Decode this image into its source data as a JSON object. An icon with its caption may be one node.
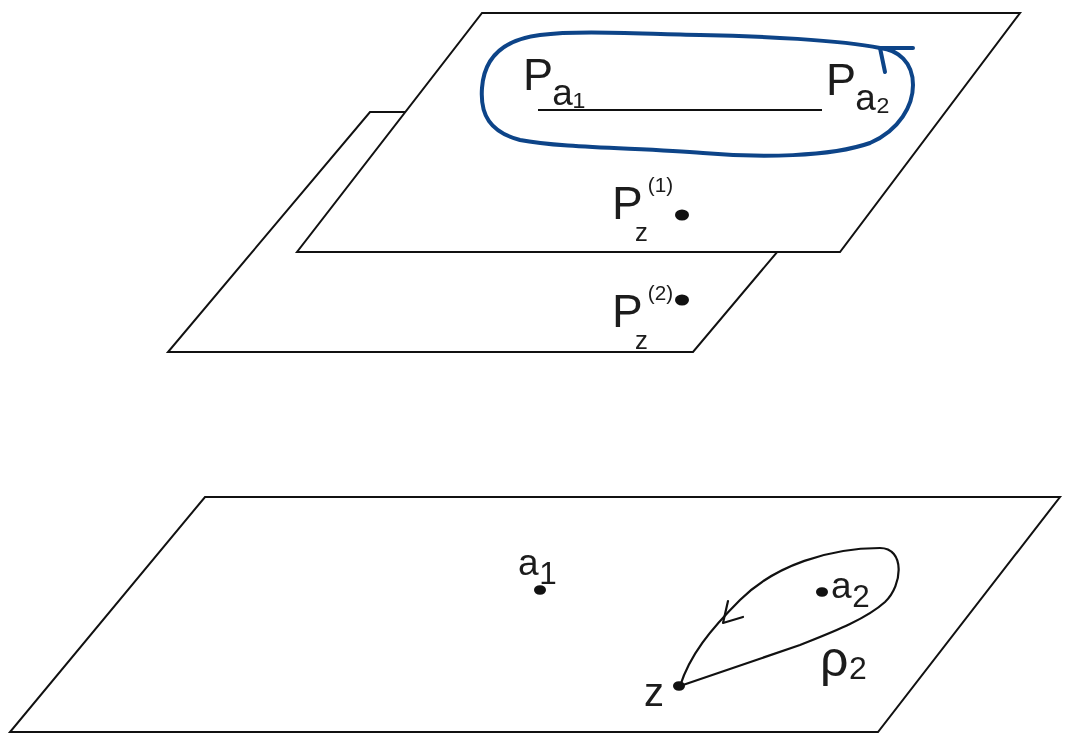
{
  "diagram": {
    "nodes": [
      {
        "text": [
          "P$_{a₁}$",
          "P$_{a₂}$",
          "P$_{z}$$^{(1)}$"
        ]
      },
      {
        "text": [
          "P$_{z}$$^{(2)}$"
        ]
      },
      {
        "text": [
          "a$_{1}$",
          "a$_{2}$",
          "ρ$_{2}$",
          "z"
        ]
      }
    ]
  }
}
